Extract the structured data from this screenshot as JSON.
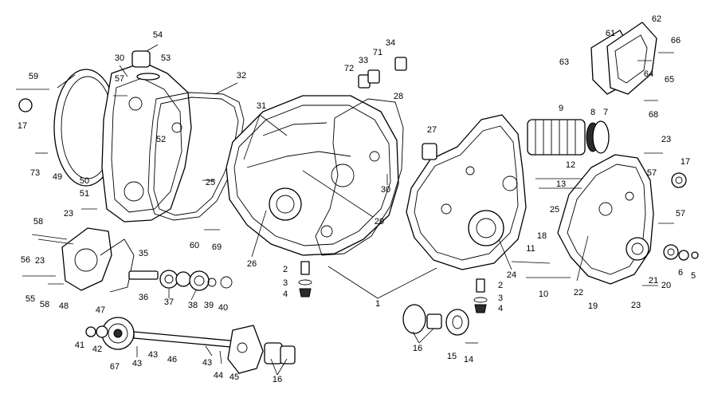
{
  "diagram": {
    "labels": [
      "1",
      "2",
      "2",
      "3",
      "3",
      "4",
      "4",
      "5",
      "6",
      "7",
      "8",
      "9",
      "10",
      "11",
      "12",
      "13",
      "14",
      "15",
      "16",
      "16",
      "17",
      "17",
      "18",
      "19",
      "20",
      "21",
      "22",
      "23",
      "23",
      "23",
      "23",
      "24",
      "25",
      "25",
      "26",
      "27",
      "28",
      "29",
      "30",
      "30",
      "31",
      "32",
      "33",
      "34",
      "35",
      "36",
      "37",
      "38",
      "39",
      "40",
      "41",
      "42",
      "43",
      "43",
      "43",
      "44",
      "45",
      "46",
      "47",
      "48",
      "49",
      "50",
      "51",
      "52",
      "53",
      "54",
      "55",
      "56",
      "57",
      "57",
      "57",
      "58",
      "58",
      "59",
      "60",
      "61",
      "62",
      "63",
      "64",
      "65",
      "66",
      "67",
      "68",
      "69",
      "71",
      "72",
      "73"
    ]
  },
  "colors": {
    "line": "#000000",
    "background": "#ffffff"
  }
}
